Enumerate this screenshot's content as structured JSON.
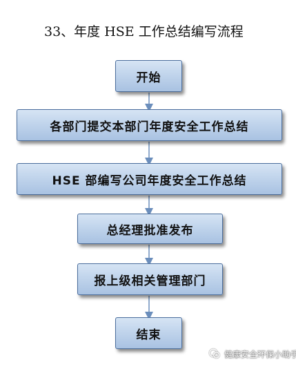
{
  "title": "33、年度 HSE 工作总结编写流程",
  "steps": [
    "开始",
    "各部门提交本部门年度安全工作总结",
    "HSE 部编写公司年度安全工作总结",
    "总经理批准发布",
    "报上级相关管理部门",
    "结束"
  ],
  "watermark": "健康安全环保小助手",
  "colors": {
    "box_fill": "#bcd1ea",
    "box_border": "#4a6d9c",
    "arrow": "#6b8ebc"
  }
}
